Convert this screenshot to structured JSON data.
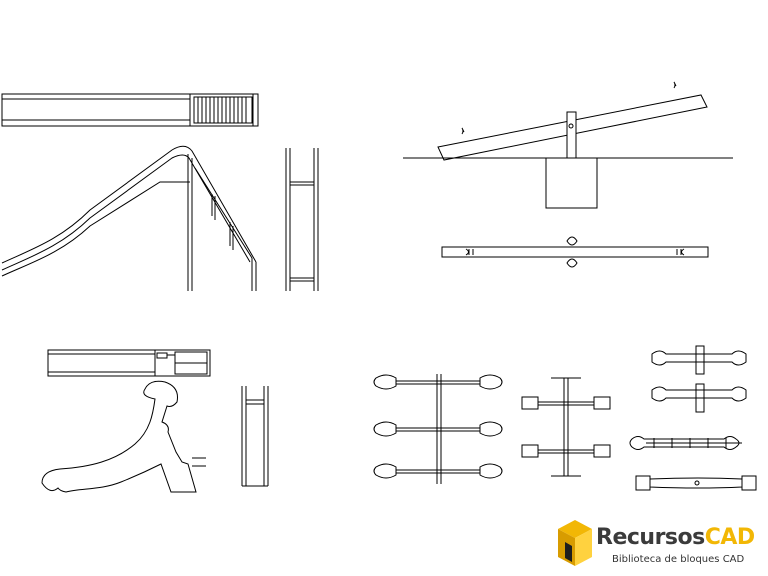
{
  "watermark": {
    "brand_main": "Recursos",
    "brand_accent": "CAD",
    "tagline": "Biblioteca de bloques CAD",
    "colors": {
      "accent": "#f2b705",
      "text": "#3b3b3b"
    }
  }
}
